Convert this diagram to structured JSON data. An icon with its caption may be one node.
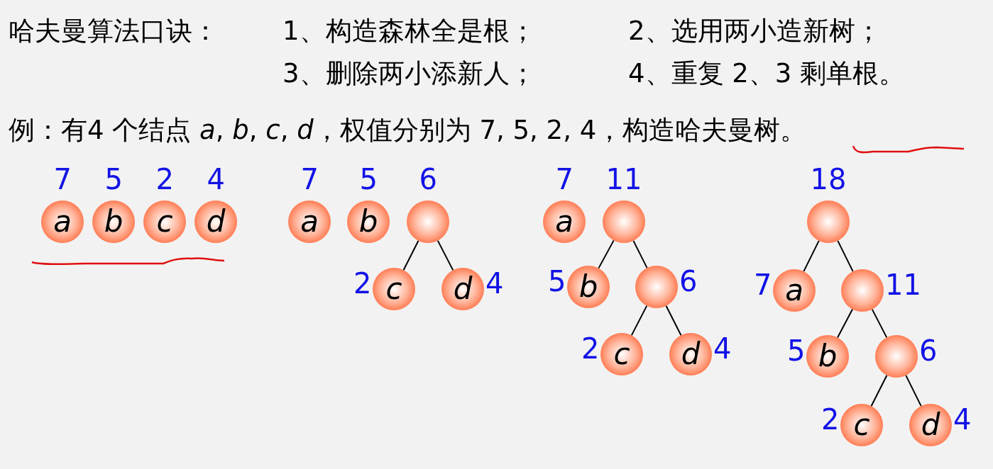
{
  "diagram": {
    "nodes": [
      {
        "text": [
          "a"
        ],
        "beside": [
          "7"
        ]
      },
      {
        "text": [
          "b"
        ],
        "beside": [
          "5"
        ]
      },
      {
        "text": [
          "c"
        ],
        "beside": [
          "2"
        ]
      },
      {
        "text": [
          "d"
        ],
        "beside": [
          "4"
        ]
      },
      {
        "text": [
          "a"
        ],
        "beside": [
          "7"
        ]
      },
      {
        "text": [
          "b"
        ],
        "beside": [
          "5"
        ]
      },
      {
        "text": [],
        "shape": "circle",
        "beside": [
          "6"
        ]
      },
      {
        "text": [
          "c"
        ],
        "beside": [
          "2"
        ]
      },
      {
        "text": [
          "d"
        ],
        "beside": [
          "4"
        ]
      },
      {
        "text": [
          "a"
        ],
        "beside": [
          "7"
        ]
      },
      {
        "text": [],
        "shape": "circle",
        "beside": [
          "11"
        ]
      },
      {
        "text": [
          "b"
        ],
        "beside": [
          "5"
        ]
      },
      {
        "text": [],
        "shape": "circle",
        "beside": [
          "6"
        ]
      },
      {
        "text": [
          "c"
        ],
        "beside": [
          "2"
        ]
      },
      {
        "text": [
          "d"
        ],
        "beside": [
          "4"
        ]
      },
      {
        "text": [],
        "shape": "circle",
        "beside": [
          "18"
        ]
      },
      {
        "text": [
          "a"
        ],
        "beside": [
          "7"
        ]
      },
      {
        "text": [],
        "shape": "circle",
        "beside": [
          "11"
        ]
      },
      {
        "text": [
          "b"
        ],
        "beside": [
          "5"
        ]
      },
      {
        "text": [],
        "shape": "circle",
        "beside": [
          "6"
        ]
      },
      {
        "text": [
          "c"
        ],
        "beside": [
          "2"
        ]
      },
      {
        "text": [
          "d"
        ],
        "beside": [
          "4"
        ]
      }
    ],
    "edges": [
      {
        "from": 6,
        "to": 7,
        "arrow": "none"
      },
      {
        "from": 6,
        "to": 8,
        "arrow": "none"
      },
      {
        "from": 10,
        "to": 11,
        "arrow": "none"
      },
      {
        "from": 10,
        "to": 12,
        "arrow": "none"
      },
      {
        "from": 12,
        "to": 13,
        "arrow": "none"
      },
      {
        "from": 12,
        "to": 14,
        "arrow": "none"
      },
      {
        "from": 15,
        "to": 16,
        "arrow": "none"
      },
      {
        "from": 15,
        "to": 17,
        "arrow": "none"
      },
      {
        "from": 17,
        "to": 18,
        "arrow": "none"
      },
      {
        "from": 17,
        "to": 19,
        "arrow": "none"
      },
      {
        "from": 19,
        "to": 20,
        "arrow": "none"
      },
      {
        "from": 19,
        "to": 21,
        "arrow": "none"
      }
    ],
    "labels": [
      "哈夫曼算法口诀：",
      "1、构造森林全是根；",
      "2、选用两小造新树；",
      "3、删除两小添新人；",
      "4、重复 2、3 剩单根。",
      "例：有4 个结点 *a*, *b*, *c*, *d*，权值分别为 7, 5, 2, 4，构造哈夫曼树。"
    ]
  }
}
